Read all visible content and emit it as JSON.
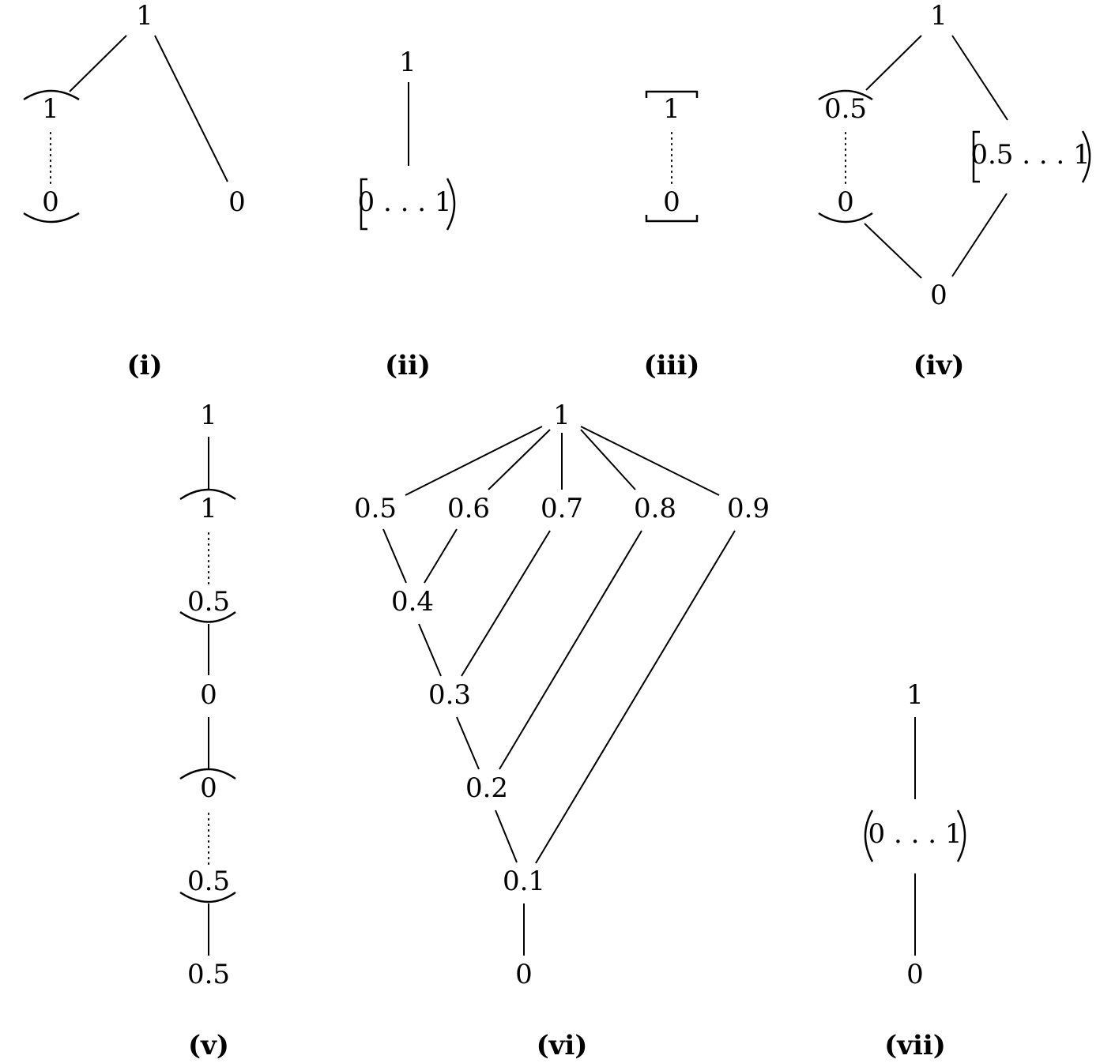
{
  "captions": {
    "i": "(i)",
    "ii": "(ii)",
    "iii": "(iii)",
    "iv": "(iv)",
    "v": "(v)",
    "vi": "(vi)",
    "vii": "(vii)"
  },
  "nodes": {
    "i": {
      "top": "1",
      "upper": "1",
      "lower": "0",
      "right": "0"
    },
    "ii": {
      "top": "1",
      "interval": "0 . . . 1"
    },
    "iii": {
      "upper": "1",
      "lower": "0"
    },
    "iv": {
      "top": "1",
      "upper": "0.5",
      "lower": "0",
      "interval": "0.5 . . . 1",
      "bottom": "0"
    },
    "v": {
      "top": "1",
      "r1_upper": "1",
      "r1_lower": "0.5",
      "mid": "0",
      "r2_upper": "0",
      "r2_lower": "0.5",
      "bottom": "0.5"
    },
    "vi": {
      "top": "1",
      "n05": "0.5",
      "n06": "0.6",
      "n07": "0.7",
      "n08": "0.8",
      "n09": "0.9",
      "n04": "0.4",
      "n03": "0.3",
      "n02": "0.2",
      "n01": "0.1",
      "bottom": "0"
    },
    "vii": {
      "top": "1",
      "interval": "0 . . . 1",
      "bottom": "0"
    }
  }
}
